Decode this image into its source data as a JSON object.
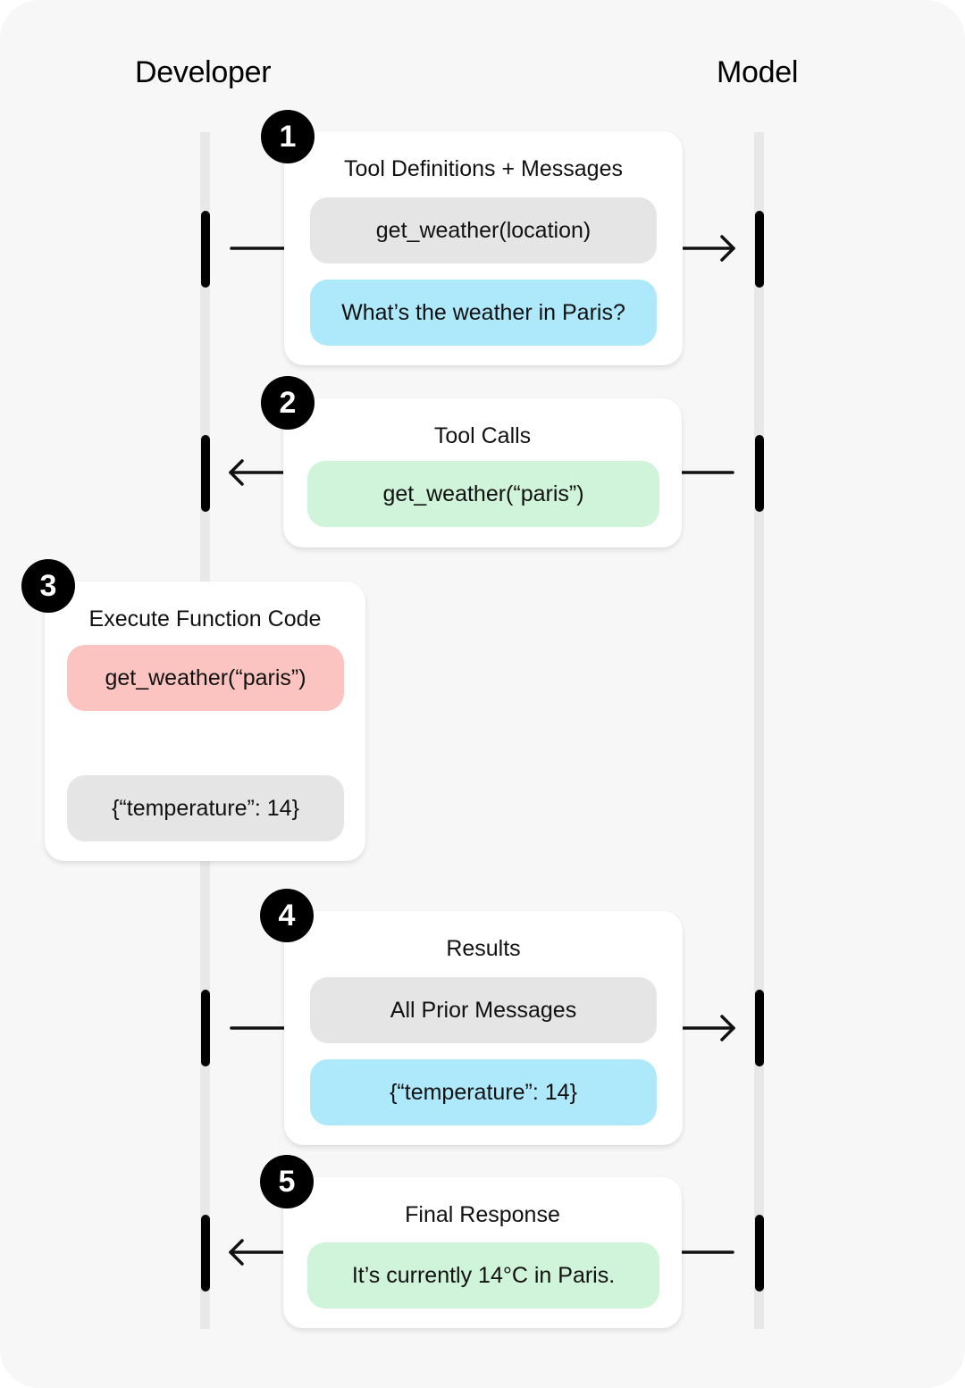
{
  "columns": {
    "developer": "Developer",
    "model": "Model"
  },
  "steps": [
    {
      "number": "1",
      "title": "Tool Definitions + Messages",
      "items": [
        "get_weather(location)",
        "What’s the weather in Paris?"
      ],
      "direction": "to-model"
    },
    {
      "number": "2",
      "title": "Tool Calls",
      "items": [
        "get_weather(“paris”)"
      ],
      "direction": "to-developer"
    },
    {
      "number": "3",
      "title": "Execute Function Code",
      "items": [
        "get_weather(“paris”)",
        "{“temperature”: 14}"
      ],
      "direction": "local"
    },
    {
      "number": "4",
      "title": "Results",
      "items": [
        "All Prior Messages",
        "{“temperature”: 14}"
      ],
      "direction": "to-model"
    },
    {
      "number": "5",
      "title": "Final Response",
      "items": [
        "It’s currently 14°C in Paris."
      ],
      "direction": "to-developer"
    }
  ],
  "colors": {
    "background": "#f7f7f7",
    "card": "#ffffff",
    "gray_pill": "#e5e5e5",
    "blue_pill": "#aee8fb",
    "green_pill": "#cff4d9",
    "red_pill": "#fcc4c0",
    "badge": "#000000"
  }
}
